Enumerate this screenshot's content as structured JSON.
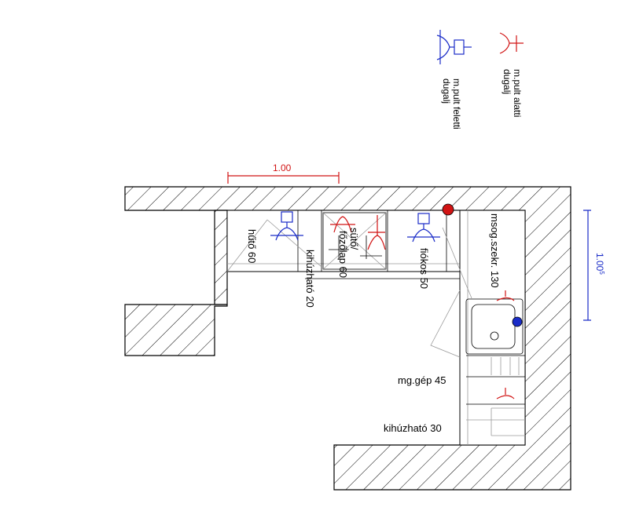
{
  "legend": {
    "above_counter_socket": [
      "m.pult feletti",
      "dugalj"
    ],
    "below_counter_socket": [
      "m.pult alatti",
      "dugalj"
    ]
  },
  "dimensions": {
    "horizontal": "1.00",
    "vertical": "1.00",
    "vertical_superscript": "5"
  },
  "units": {
    "fridge": "hűtő 60",
    "pullout_20": "kihúzható 20",
    "oven_line1": "sütő/",
    "oven_line2": "főzőlap 60",
    "drawers": "fiókos 50",
    "corner": "msog.szekr. 130",
    "dishwasher": "mg.gép 45",
    "pullout_30": "kihúzható 30"
  },
  "colors": {
    "above_counter_socket": "#1a2cc8",
    "below_counter_socket": "#d11414"
  }
}
